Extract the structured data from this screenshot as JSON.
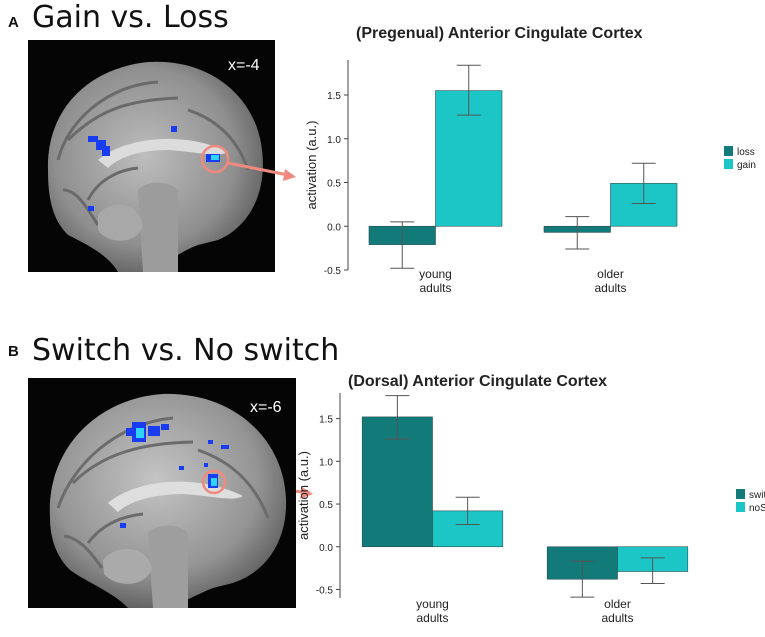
{
  "panel_a": {
    "letter": "A",
    "title": "Gain vs. Loss",
    "coordinate": "x=-4"
  },
  "panel_b": {
    "letter": "B",
    "title": "Switch vs. No switch",
    "coordinate": "x=-6"
  },
  "colors": {
    "series_dark": "#137a7a",
    "series_light": "#1cc6c6",
    "arrow": "#f08a80",
    "activation_blue": "#1a3cf0",
    "activation_cyan": "#2fd3ff"
  },
  "chart_data": [
    {
      "type": "bar",
      "title": "(Pregenual)  Anterior  Cingulate  Cortex",
      "xlabel": "",
      "ylabel": "activation (a.u.)",
      "categories": [
        "young\nadults",
        "older\nadults"
      ],
      "series": [
        {
          "name": "loss",
          "values": [
            -0.21,
            -0.07
          ],
          "err_low": [
            -0.48,
            -0.26
          ],
          "err_high": [
            0.05,
            0.11
          ]
        },
        {
          "name": "gain",
          "values": [
            1.55,
            0.49
          ],
          "err_low": [
            1.27,
            0.26
          ],
          "err_high": [
            1.84,
            0.72
          ]
        }
      ],
      "ylim": [
        -0.5,
        1.9
      ],
      "yticks": [
        -0.5,
        0.0,
        0.5,
        1.0,
        1.5
      ],
      "ytick_labels": [
        "-0.5",
        "0.0",
        "0.5",
        "1.0",
        "1.5"
      ],
      "legend_position": "right"
    },
    {
      "type": "bar",
      "title": "(Dorsal)  Anterior  Cingulate  Cortex",
      "xlabel": "",
      "ylabel": "activation (a.u.)",
      "categories": [
        "young\nadults",
        "older\nadults"
      ],
      "series": [
        {
          "name": "switch",
          "values": [
            1.52,
            -0.38
          ],
          "err_low": [
            1.26,
            -0.59
          ],
          "err_high": [
            1.77,
            -0.17
          ]
        },
        {
          "name": "noSwitch",
          "values": [
            0.42,
            -0.29
          ],
          "err_low": [
            0.26,
            -0.43
          ],
          "err_high": [
            0.58,
            -0.13
          ]
        }
      ],
      "ylim": [
        -0.6,
        1.8
      ],
      "yticks": [
        -0.5,
        0.0,
        0.5,
        1.0,
        1.5
      ],
      "ytick_labels": [
        "-0.5",
        "0.0",
        "0.5",
        "1.0",
        "1.5"
      ],
      "legend_position": "right"
    }
  ]
}
